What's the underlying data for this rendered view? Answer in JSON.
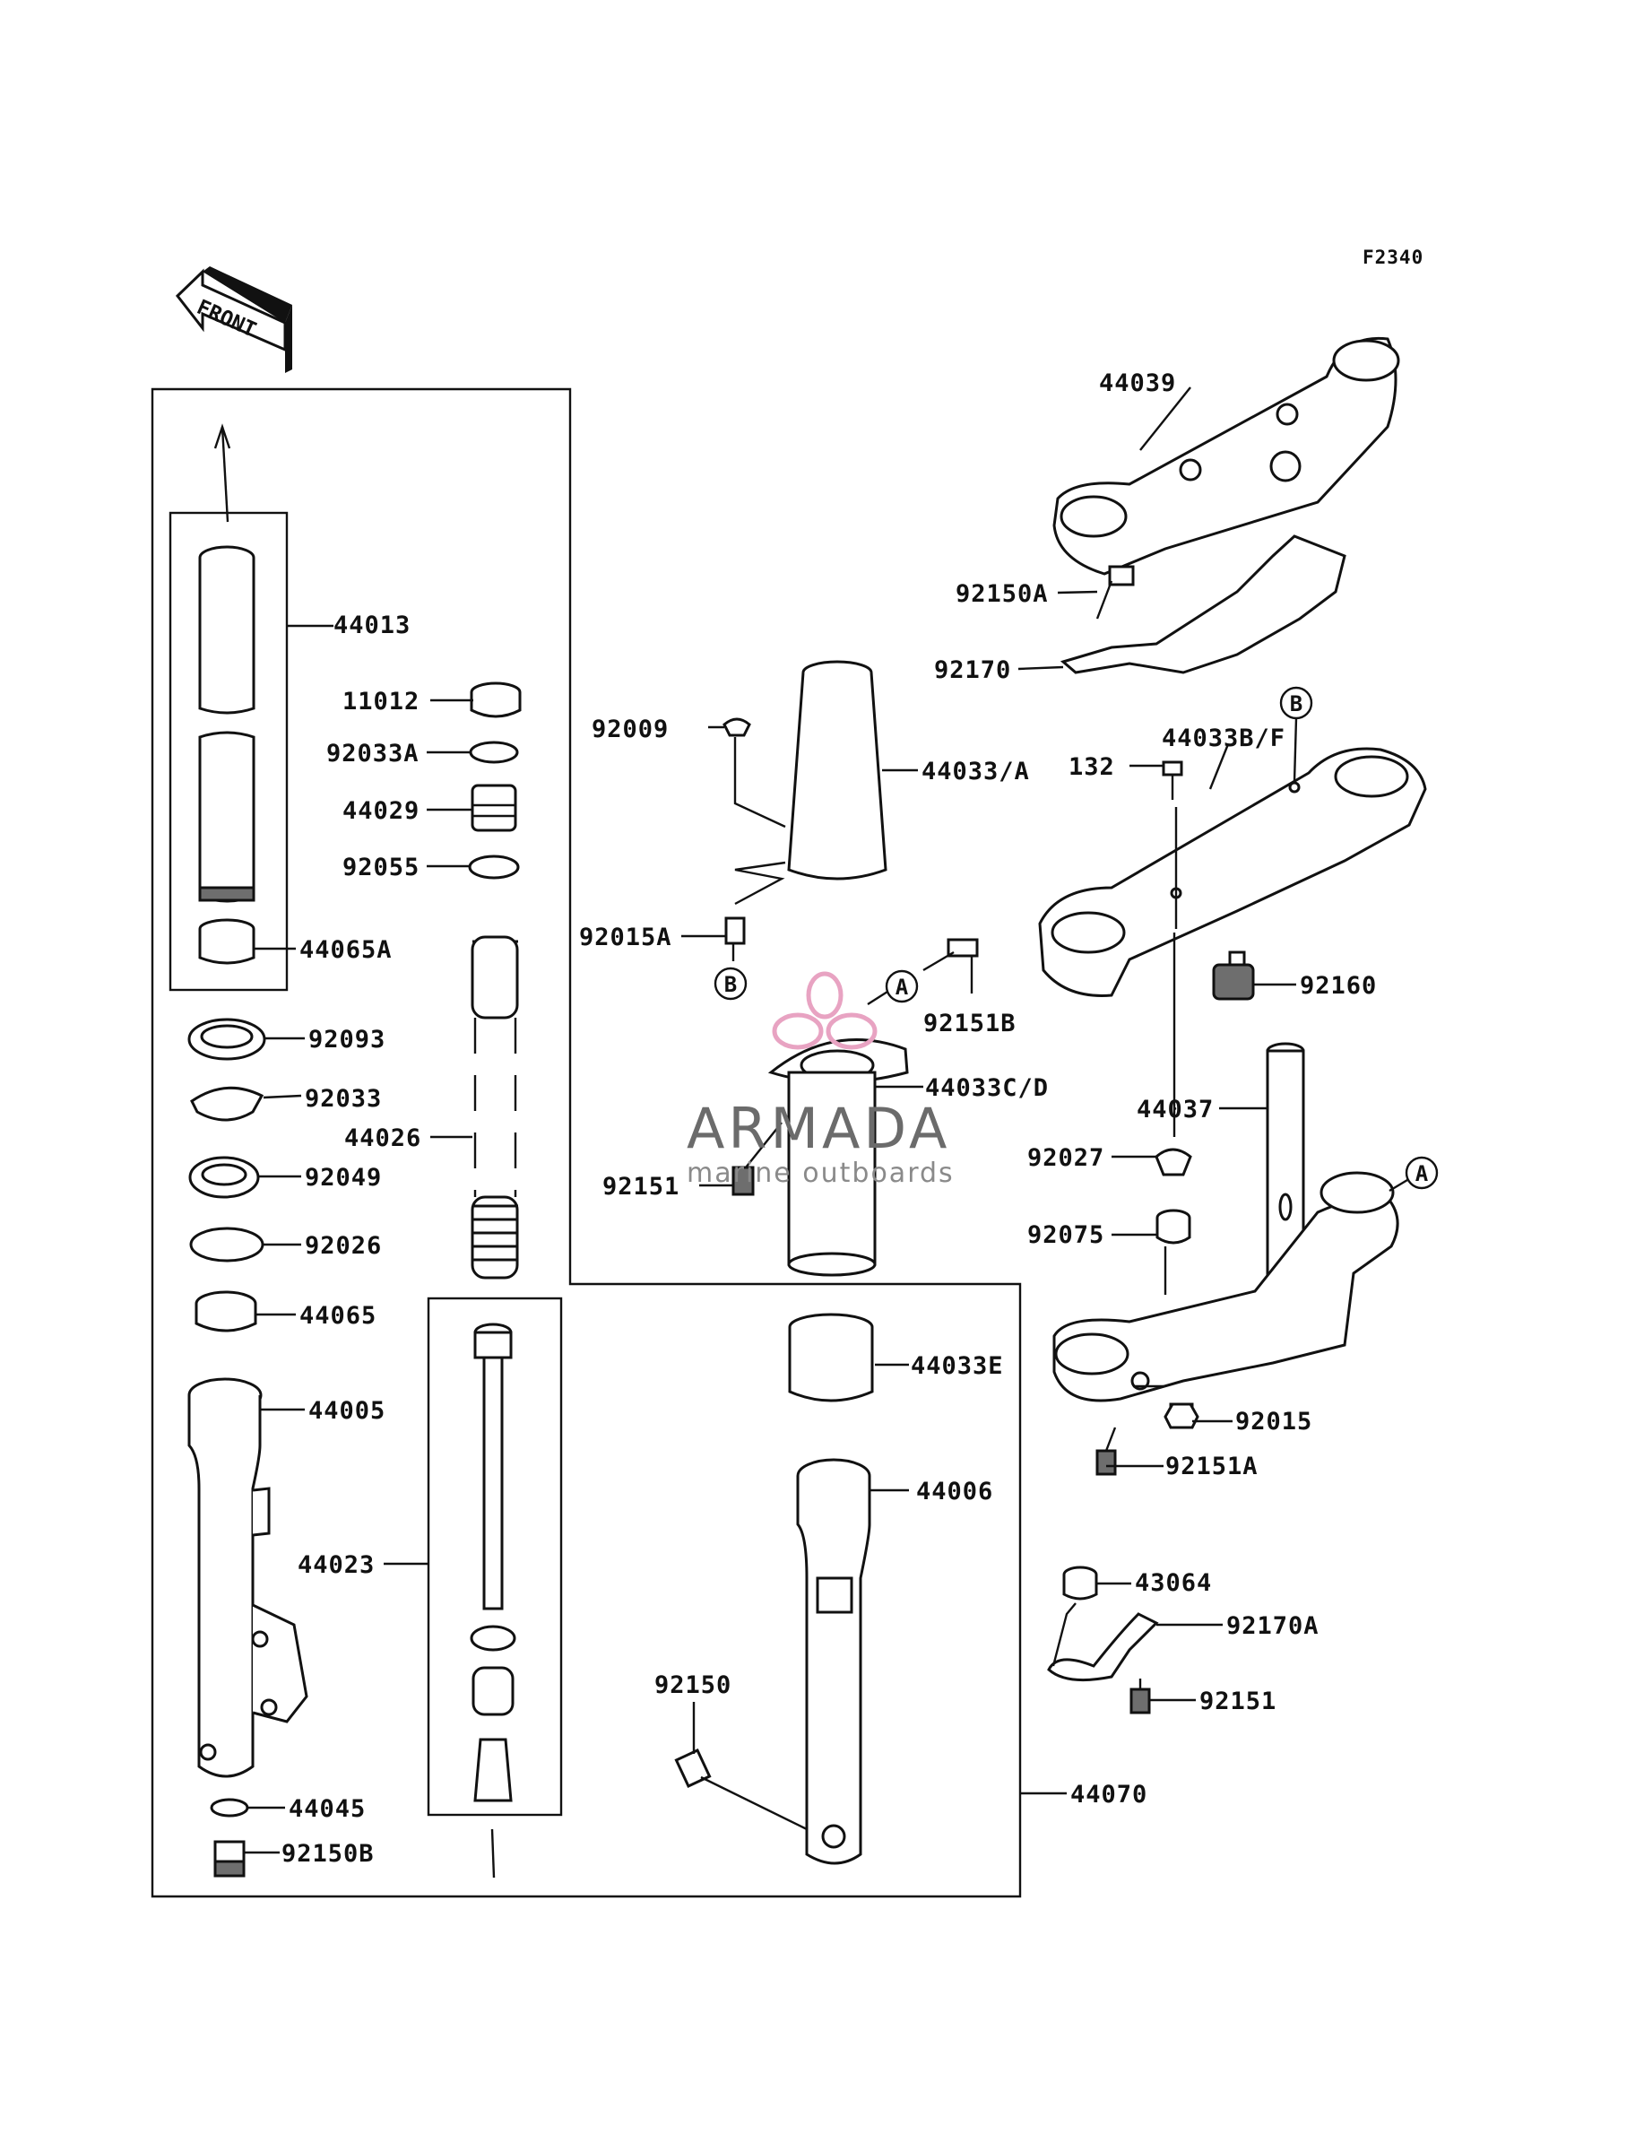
{
  "figure_code": "F2340",
  "front_label": "FRONT",
  "reference_markers": {
    "a": "A",
    "b": "B"
  },
  "watermark": {
    "title": "ARMADA",
    "subtitle": "marine outboards",
    "accent_color": "#e8a3c2"
  },
  "parts": {
    "p44039": "44039",
    "p92150A": "92150A",
    "p92170": "92170",
    "p44033BF": "44033B/F",
    "p132": "132",
    "p92160": "92160",
    "p44037": "44037",
    "p92027": "92027",
    "p92075": "92075",
    "p92015": "92015",
    "p92151A": "92151A",
    "p43064": "43064",
    "p92170A": "92170A",
    "p92151": "92151",
    "p44070": "44070",
    "p92009": "92009",
    "p44033A": "44033/A",
    "p92015A": "92015A",
    "p92151B": "92151B",
    "p44033CD": "44033C/D",
    "p44033E": "44033E",
    "p44006": "44006",
    "p92150": "92150",
    "p44013": "44013",
    "p11012": "11012",
    "p92033A": "92033A",
    "p44029": "44029",
    "p92055": "92055",
    "p44065A": "44065A",
    "p92093": "92093",
    "p92033": "92033",
    "p44026": "44026",
    "p92049": "92049",
    "p92026": "92026",
    "p44065": "44065",
    "p44005": "44005",
    "p44023": "44023",
    "p44045": "44045",
    "p92150B": "92150B"
  }
}
